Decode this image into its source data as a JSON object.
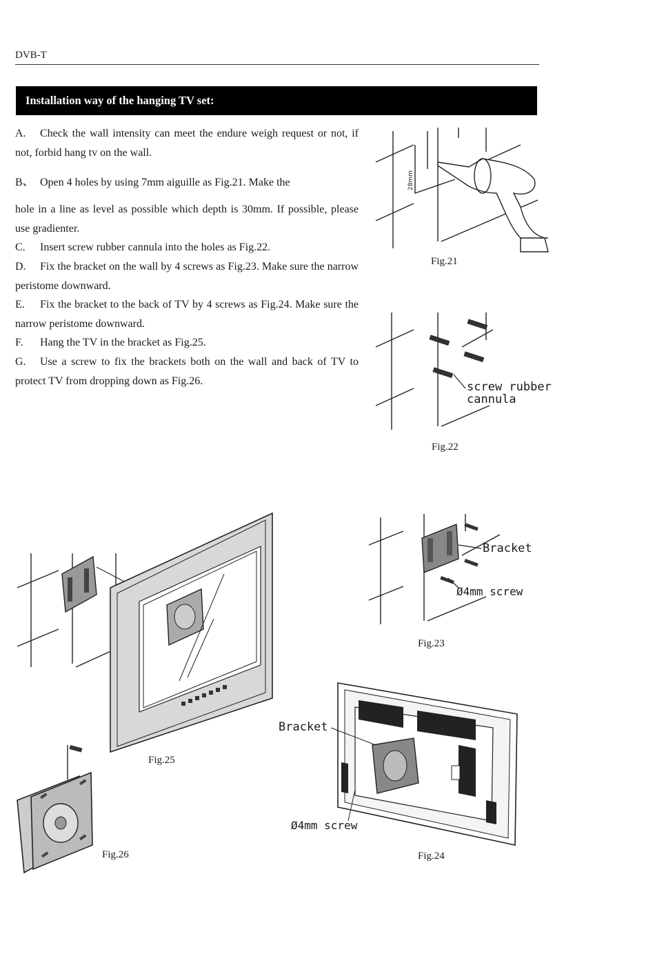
{
  "header": {
    "label": "DVB-T"
  },
  "section": {
    "title": "Installation way of the hanging TV set:"
  },
  "steps": [
    {
      "letter": "A.",
      "text": "Check the wall intensity can meet the endure weigh request or not, if not, forbid hang tv on the wall."
    },
    {
      "letter": "B、",
      "text": "Open 4 holes by using   7mm aiguille as Fig.21. Make the"
    },
    {
      "letter": "",
      "text": "hole in a line as level as possible which depth is 30mm. If possible, please use gradienter."
    },
    {
      "letter": "C.",
      "text": "Insert screw rubber cannula   into the holes as Fig.22."
    },
    {
      "letter": "D.",
      "text": "Fix the bracket on the wall by 4 screws as Fig.23. Make sure   the narrow peristome downward."
    },
    {
      "letter": "E.",
      "text": "Fix the bracket to the back of TV   by 4 screws as Fig.24. Make sure the   narrow peristome downward."
    },
    {
      "letter": "F.",
      "text": "Hang the TV in the bracket as Fig.25."
    },
    {
      "letter": "G.",
      "text": "Use a screw to fix the brackets both on the wall and back of TV to protect   TV from dropping down as Fig.26."
    }
  ],
  "figures": {
    "fig21": {
      "caption": "Fig.21",
      "dim_label": "28mm"
    },
    "fig22": {
      "caption": "Fig.22",
      "callout": "screw rubber cannula"
    },
    "fig23": {
      "caption": "Fig.23",
      "callout_bracket": "Bracket",
      "callout_screw": "Ø4mm screw"
    },
    "fig24": {
      "caption": "Fig.24",
      "callout_bracket": "Bracket",
      "callout_screw": "Ø4mm screw"
    },
    "fig25": {
      "caption": "Fig.25"
    },
    "fig26": {
      "caption": "Fig.26"
    }
  }
}
